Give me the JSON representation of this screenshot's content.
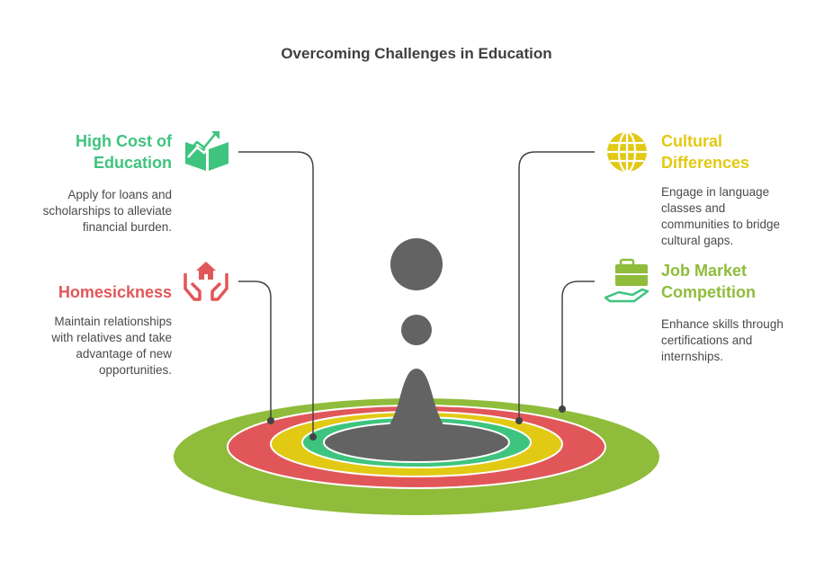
{
  "title": "Overcoming Challenges in Education",
  "colors": {
    "green_light": "#8fbc3b",
    "red": "#e15759",
    "yellow": "#e2c914",
    "green": "#3ec47e",
    "dark": "#636363"
  },
  "items": [
    {
      "title_lines": [
        "High Cost of",
        "Education"
      ],
      "description_lines": [
        "Apply for loans and",
        "scholarships to alleviate",
        "financial burden."
      ],
      "icon": "book-growth-icon",
      "color": "#3ec47e"
    },
    {
      "title_lines": [
        "Homesickness"
      ],
      "description_lines": [
        "Maintain relationships",
        "with relatives and take",
        "advantage of new",
        "opportunities."
      ],
      "icon": "home-hands-icon",
      "color": "#e15759"
    },
    {
      "title_lines": [
        "Cultural",
        "Differences"
      ],
      "description_lines": [
        "Engage in language",
        "classes and",
        "communities to bridge",
        "cultural gaps."
      ],
      "icon": "globe-icon",
      "color": "#e2c914"
    },
    {
      "title_lines": [
        "Job Market",
        "Competition"
      ],
      "description_lines": [
        "Enhance skills through",
        "certifications and",
        "internships."
      ],
      "icon": "briefcase-hand-icon",
      "color": "#8fbc3b"
    }
  ]
}
